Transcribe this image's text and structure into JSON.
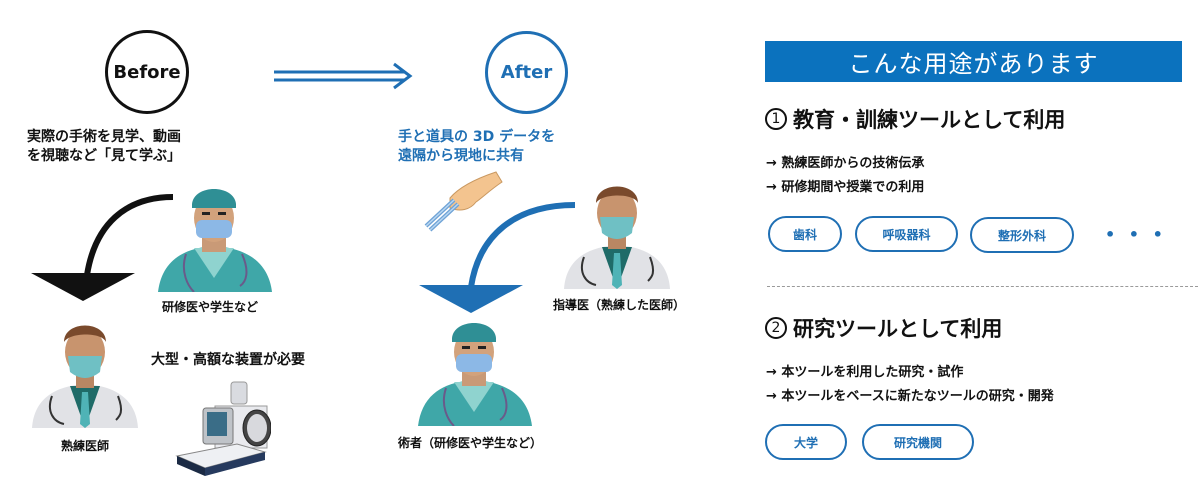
{
  "before": {
    "badge": "Before",
    "caption_lines": [
      "実際の手術を見学、動画",
      "を視聴など「見て学ぶ」"
    ],
    "student_label": "研修医や学生など",
    "expert_label": "熟練医師",
    "equipment_label": "大型・高額な装置が必要"
  },
  "after": {
    "badge": "After",
    "caption_lines": [
      "手と道具の 3D データを",
      "遠隔から現地に共有"
    ],
    "instructor_label": "指導医（熟練した医師）",
    "operator_label": "術者（研修医や学生など）"
  },
  "uses": {
    "banner_title": "こんな用途があります",
    "sections": [
      {
        "number": "1",
        "title": "教育・訓練ツールとして利用",
        "bullets": [
          "→ 熟練医師からの技術伝承",
          "→ 研修期間や授業での利用"
        ],
        "tags": [
          "歯科",
          "呼吸器科",
          "整形外科"
        ],
        "more": "• • •"
      },
      {
        "number": "2",
        "title": "研究ツールとして利用",
        "bullets": [
          "→ 本ツールを利用した研究・試作",
          "→ 本ツールをベースに新たなツールの研究・開発"
        ],
        "tags": [
          "大学",
          "研究機関"
        ]
      }
    ]
  },
  "colors": {
    "accent_blue": "#1f6fb4",
    "banner_blue": "#0b72be",
    "text": "#111111"
  },
  "icons": [
    "double-arrow-right-icon",
    "curved-arrow-down-icon",
    "surgeon-illustration",
    "doctor-illustration",
    "hand-tweezers-illustration",
    "medical-device-illustration"
  ]
}
